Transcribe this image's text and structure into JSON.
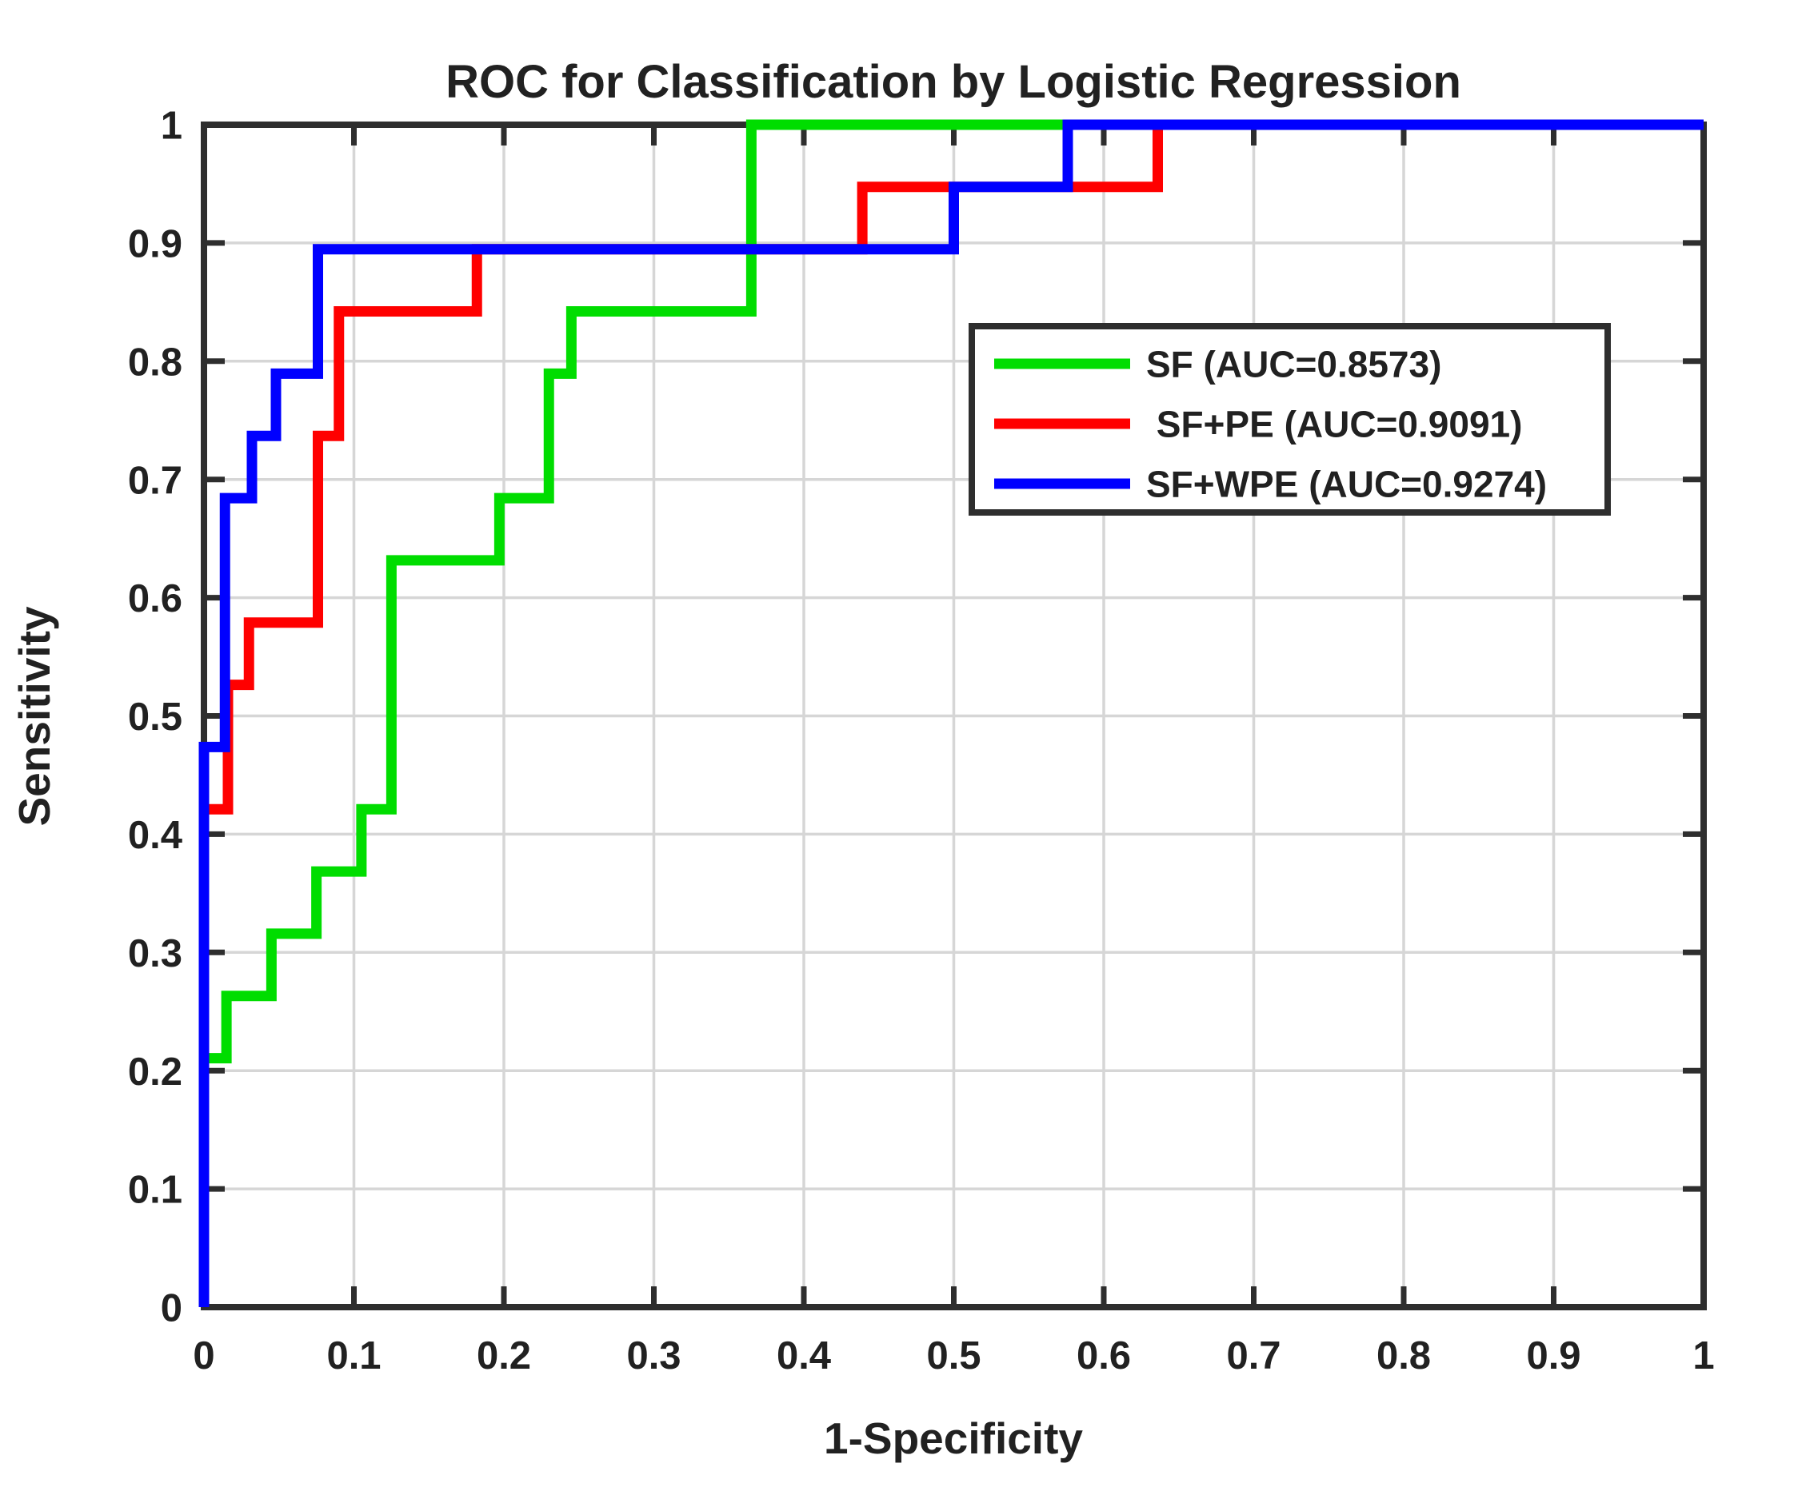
{
  "chart_data": {
    "type": "line",
    "subtype": "roc-step-curves",
    "title": "ROC for Classification by Logistic Regression",
    "xlabel": "1-Specificity",
    "ylabel": "Sensitivity",
    "xlim": [
      0,
      1
    ],
    "ylim": [
      0,
      1
    ],
    "xtick_labels": [
      "0",
      "0.1",
      "0.2",
      "0.3",
      "0.4",
      "0.5",
      "0.6",
      "0.7",
      "0.8",
      "0.9",
      "1"
    ],
    "ytick_labels": [
      "0",
      "0.1",
      "0.2",
      "0.3",
      "0.4",
      "0.5",
      "0.6",
      "0.7",
      "0.8",
      "0.9",
      "1"
    ],
    "grid": true,
    "legend_position": "upper right",
    "series": [
      {
        "name": "SF (AUC=0.8573)",
        "auc": 0.8573,
        "color": "#00dd00",
        "points": [
          [
            0,
            0
          ],
          [
            0,
            0.2105
          ],
          [
            0.015,
            0.2105
          ],
          [
            0.015,
            0.2632
          ],
          [
            0.045,
            0.2632
          ],
          [
            0.045,
            0.3158
          ],
          [
            0.075,
            0.3158
          ],
          [
            0.075,
            0.3684
          ],
          [
            0.105,
            0.3684
          ],
          [
            0.105,
            0.4211
          ],
          [
            0.125,
            0.4211
          ],
          [
            0.125,
            0.6316
          ],
          [
            0.197,
            0.6316
          ],
          [
            0.197,
            0.6842
          ],
          [
            0.23,
            0.6842
          ],
          [
            0.23,
            0.7895
          ],
          [
            0.245,
            0.7895
          ],
          [
            0.245,
            0.8421
          ],
          [
            0.365,
            0.8421
          ],
          [
            0.365,
            1
          ],
          [
            1,
            1
          ]
        ]
      },
      {
        "name": " SF+PE (AUC=0.9091)",
        "auc": 0.9091,
        "color": "#ff0000",
        "points": [
          [
            0,
            0
          ],
          [
            0,
            0.4211
          ],
          [
            0.016,
            0.4211
          ],
          [
            0.016,
            0.5263
          ],
          [
            0.03,
            0.5263
          ],
          [
            0.03,
            0.5789
          ],
          [
            0.076,
            0.5789
          ],
          [
            0.076,
            0.7368
          ],
          [
            0.09,
            0.7368
          ],
          [
            0.09,
            0.8421
          ],
          [
            0.182,
            0.8421
          ],
          [
            0.182,
            0.8947
          ],
          [
            0.439,
            0.8947
          ],
          [
            0.439,
            0.9474
          ],
          [
            0.636,
            0.9474
          ],
          [
            0.636,
            1
          ],
          [
            1,
            1
          ]
        ]
      },
      {
        "name": "SF+WPE (AUC=0.9274)",
        "auc": 0.9274,
        "color": "#0000ff",
        "points": [
          [
            0,
            0
          ],
          [
            0,
            0.4737
          ],
          [
            0.014,
            0.4737
          ],
          [
            0.014,
            0.6842
          ],
          [
            0.032,
            0.6842
          ],
          [
            0.032,
            0.7368
          ],
          [
            0.048,
            0.7368
          ],
          [
            0.048,
            0.7895
          ],
          [
            0.076,
            0.7895
          ],
          [
            0.076,
            0.8947
          ],
          [
            0.5,
            0.8947
          ],
          [
            0.5,
            0.9474
          ],
          [
            0.576,
            0.9474
          ],
          [
            0.576,
            1
          ],
          [
            1,
            1
          ]
        ]
      }
    ],
    "colors": {
      "axis": "#2e2e2e",
      "grid": "#d6d6d6",
      "text": "#212121",
      "plot_background": "#ffffff",
      "legend_background": "#ffffff",
      "legend_border": "#2e2e2e"
    }
  }
}
